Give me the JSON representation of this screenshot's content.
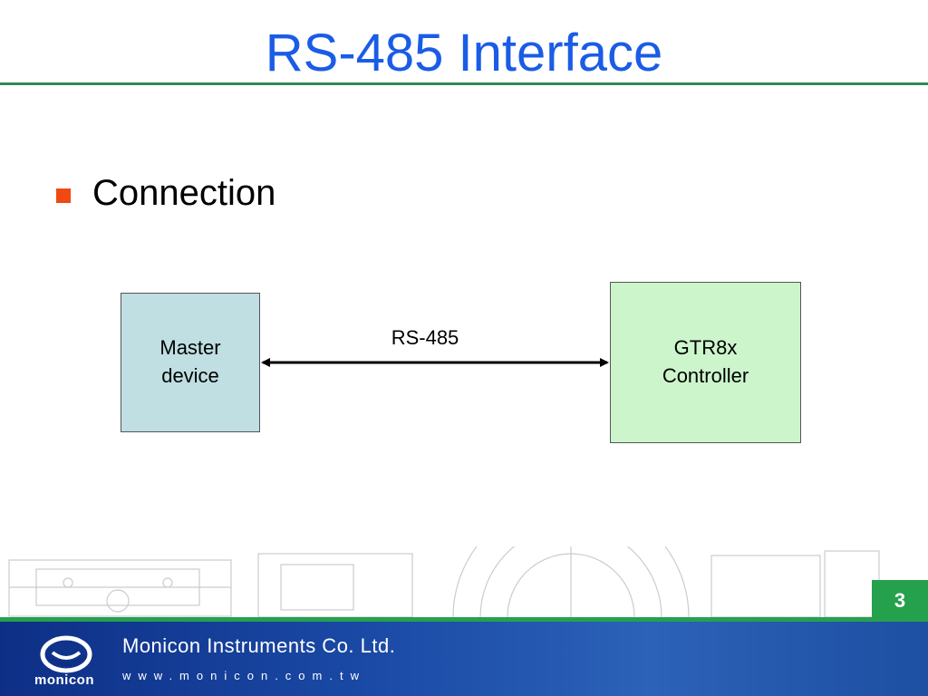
{
  "slide": {
    "title": "RS-485 Interface",
    "page_number": "3"
  },
  "bullet": {
    "text": "Connection",
    "marker_color": "#f04a12"
  },
  "diagram": {
    "nodes": [
      {
        "id": "master",
        "label": "Master\ndevice",
        "fill": "#bfdfe2"
      },
      {
        "id": "gtr",
        "label": "GTR8x\nController",
        "fill": "#ccf5cc"
      }
    ],
    "edges": [
      {
        "from": "master",
        "to": "gtr",
        "label": "RS-485",
        "direction": "bidirectional"
      }
    ]
  },
  "footer": {
    "company": "Monicon Instruments Co. Ltd.",
    "website": "www.monicon.com.tw",
    "logo_text": "monicon"
  },
  "colors": {
    "title": "#1a5ce6",
    "accent_green": "#25a14e",
    "footer_blue": "#1a4aa6"
  }
}
